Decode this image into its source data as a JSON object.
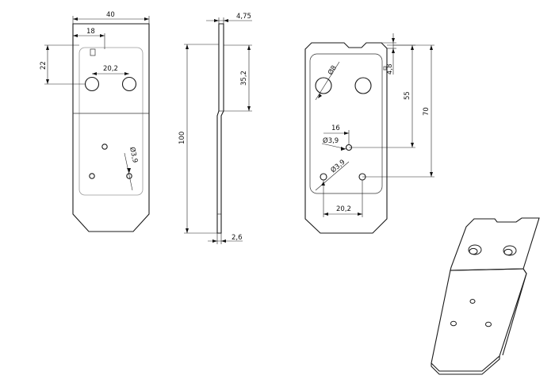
{
  "front_view": {
    "width": "40",
    "offset_18": "18",
    "height_22": "22",
    "hole_spacing": "20,2",
    "small_hole_dia": "Ø3,9"
  },
  "side_view": {
    "thickness_top": "4,75",
    "height_35": "35,2",
    "height_total": "100",
    "thickness_bottom": "2,6"
  },
  "back_view": {
    "big_hole_dia": "Ø8",
    "dim_4_8": "4,8",
    "dim_55": "55",
    "dim_70": "70",
    "dim_16": "16",
    "hole_dia_a": "Ø3,9",
    "hole_dia_b": "Ø3,9",
    "bottom_spacing": "20,2"
  }
}
